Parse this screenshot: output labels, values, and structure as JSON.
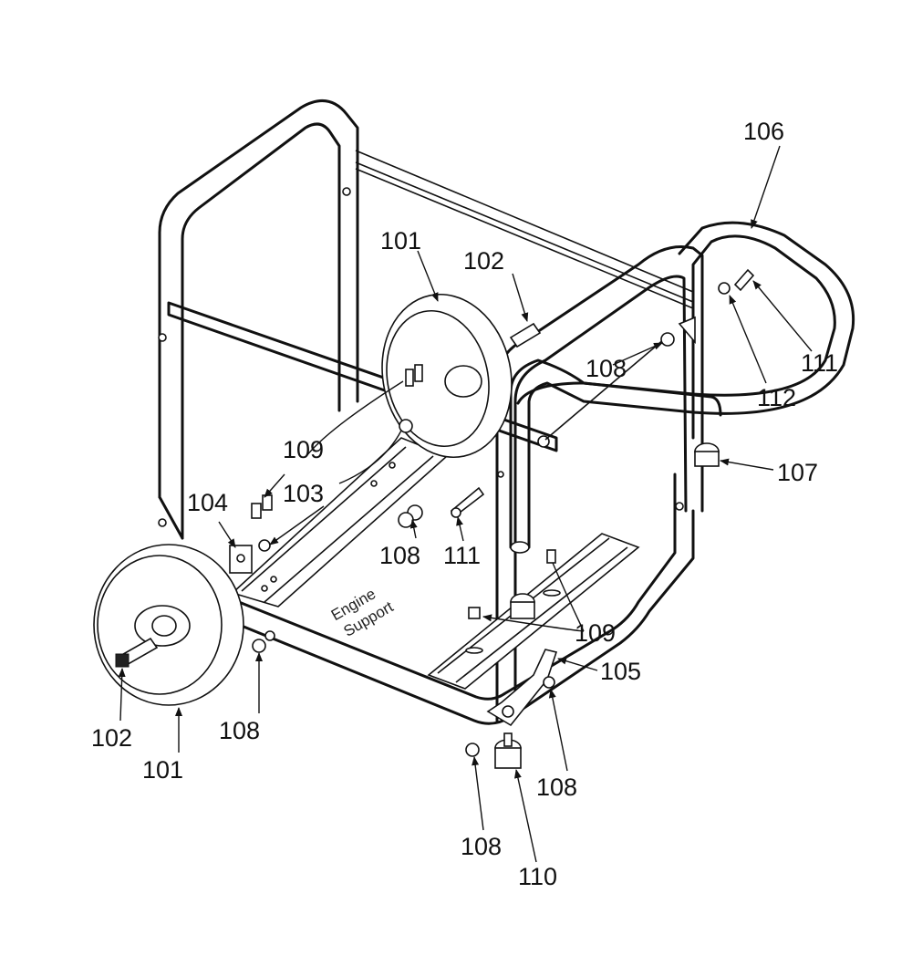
{
  "callouts": {
    "c106": "106",
    "c101_top": "101",
    "c102_top": "102",
    "c111_right": "111",
    "c112": "112",
    "c108_mid": "108",
    "c107": "107",
    "c109_left": "109",
    "c103": "103",
    "c104": "104",
    "c108_center": "108",
    "c111_center": "111",
    "c109_right": "109",
    "c105": "105",
    "c102_bottom": "102",
    "c101_bottom": "101",
    "c108_left": "108",
    "c108_right": "108",
    "c108_bottom": "108",
    "c110": "110"
  },
  "notes": {
    "engine_support_line1": "Engine",
    "engine_support_line2": "Support"
  },
  "icons": {
    "arrowhead": "arrowhead-icon"
  }
}
